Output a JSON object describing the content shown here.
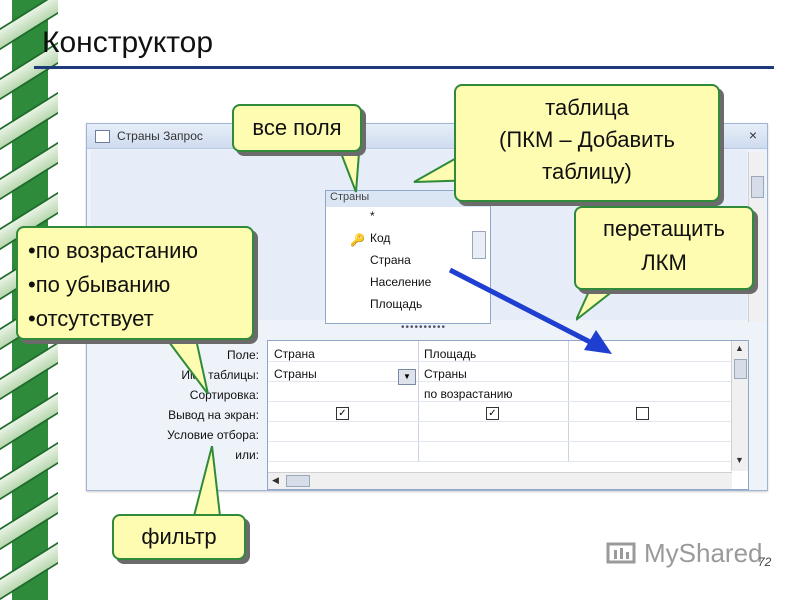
{
  "slide": {
    "title": "Конструктор",
    "page_number": "72",
    "watermark": "MyShared"
  },
  "window": {
    "title": "Страны Запрос",
    "close_glyph": "×"
  },
  "table_box": {
    "header": "Страны",
    "fields": [
      "*",
      "Код",
      "Страна",
      "Население",
      "Площадь"
    ]
  },
  "grid": {
    "row_labels": [
      "Поле:",
      "Имя таблицы:",
      "Сортировка:",
      "Вывод на экран:",
      "Условие отбора:",
      "или:"
    ],
    "columns": [
      {
        "field": "Страна",
        "table": "Страны",
        "sort": "",
        "show": true
      },
      {
        "field": "Площадь",
        "table": "Страны",
        "sort": "по возрастанию",
        "show": true
      },
      {
        "field": "",
        "table": "",
        "sort": "",
        "show": false
      }
    ]
  },
  "callouts": {
    "all_fields": "все поля",
    "table": [
      "таблица",
      "(ПКМ – Добавить",
      "таблицу)"
    ],
    "drag": [
      "перетащить",
      "ЛКМ"
    ],
    "sort_options": [
      "•по возрастанию",
      "•по убыванию",
      "•отсутствует"
    ],
    "filter": "фильтр"
  },
  "colors": {
    "callout_fill": "#fdfcb0",
    "callout_border": "#2f8a3a",
    "arrow": "#1f3fd0",
    "title_rule": "#1f3a7a"
  },
  "icons": {
    "key": "key-icon",
    "checkbox": "checkbox-icon",
    "dropdown": "chevron-down-icon"
  }
}
